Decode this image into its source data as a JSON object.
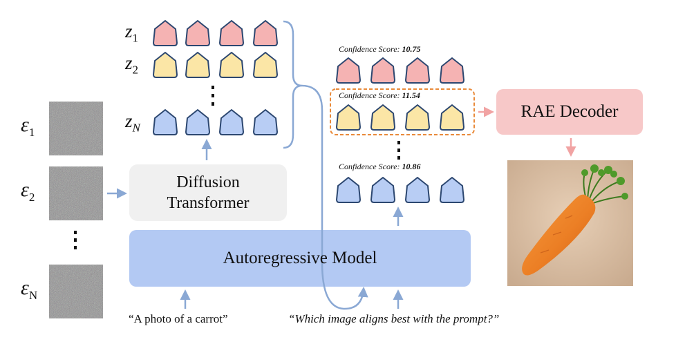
{
  "colors": {
    "pink": "#f5b3b3",
    "yellow": "#fbe6a6",
    "blue": "#b8cdf4",
    "arrow": "#8aa8d4",
    "pink_arrow": "#f1a3a3",
    "dashed": "#e98a3a",
    "gray_box": "#f0f0f0",
    "ar_box": "#b3c9f3",
    "rae_box": "#f7c8c8"
  },
  "noise_labels": {
    "e1": "ε",
    "e1_sub": "1",
    "e2": "ε",
    "e2_sub": "2",
    "eN": "ε",
    "eN_sub": "N"
  },
  "latent_labels": {
    "z1": "z",
    "z1_sub": "1",
    "z2": "z",
    "z2_sub": "2",
    "zN": "z",
    "zN_sub": "N"
  },
  "blocks": {
    "diffusion": "Diffusion Transformer",
    "autoregressive": "Autoregressive Model",
    "rae": "RAE Decoder"
  },
  "scores": {
    "label": "Confidence Score:",
    "row1_value": "10.75",
    "row2_value": "11.54",
    "row3_value": "10.86"
  },
  "prompts": {
    "text_prompt": "“A photo of a carrot”",
    "question": "“Which image aligns best with the prompt?”"
  },
  "icons": {
    "token": "pentagon-token-icon",
    "noise": "noise-image",
    "carrot": "carrot-image"
  }
}
